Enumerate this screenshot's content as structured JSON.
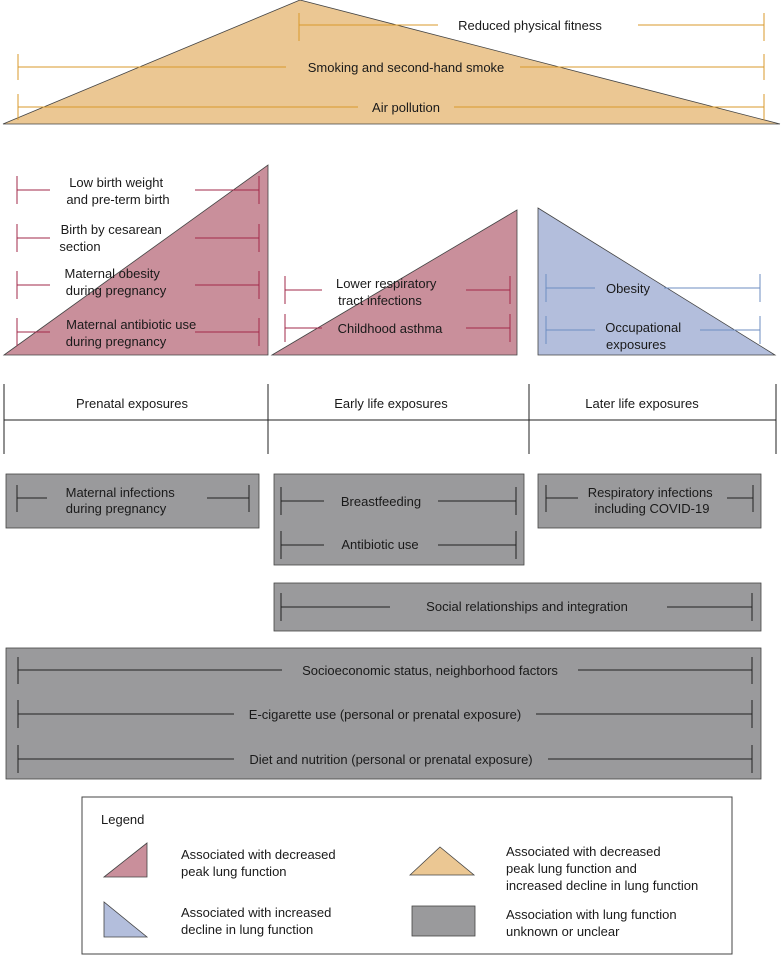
{
  "colors": {
    "tan_fill": "#ebc793",
    "tan_line": "#d99a2b",
    "pink_fill": "#c98f9b",
    "pink_line": "#a2284a",
    "blue_fill": "#b3bedc",
    "blue_line": "#6d8dc2",
    "grey_fill": "#9a9a9c",
    "dark_line": "#222222"
  },
  "top_factors": {
    "reduced_fitness": "Reduced physical fitness",
    "smoking": "Smoking and second-hand smoke",
    "air_pollution": "Air pollution"
  },
  "prenatal_factors": {
    "low_birth_weight": [
      "Low birth weight",
      "and pre-term birth"
    ],
    "cesarean": [
      "Birth by cesarean",
      "section"
    ],
    "maternal_obesity": [
      "Maternal obesity",
      "during pregnancy"
    ],
    "maternal_antibiotic": [
      "Maternal antibiotic use",
      "during pregnancy"
    ]
  },
  "early_factors": {
    "lower_respiratory": [
      "Lower respiratory",
      "tract infections"
    ],
    "childhood_asthma": "Childhood asthma"
  },
  "later_factors": {
    "obesity": "Obesity",
    "occupational": [
      "Occupational",
      "exposures"
    ]
  },
  "timeline": {
    "prenatal": "Prenatal exposures",
    "early": "Early life exposures",
    "later": "Later life exposures"
  },
  "unknown_factors": {
    "maternal_infections": [
      "Maternal infections",
      "during pregnancy"
    ],
    "breastfeeding": "Breastfeeding",
    "antibiotic_use": "Antibiotic use",
    "respiratory_infections": [
      "Respiratory infections",
      "including COVID-19"
    ],
    "social_relationships": "Social relationships and integration",
    "socioeconomic": "Socioeconomic status, neighborhood factors",
    "ecigarette": "E-cigarette use (personal or prenatal exposure)",
    "diet": "Diet and nutrition (personal or prenatal exposure)"
  },
  "legend": {
    "title": "Legend",
    "decreased_peak": [
      "Associated with decreased",
      "peak lung function"
    ],
    "increased_decline": [
      "Associated with increased",
      "decline in lung function"
    ],
    "decreased_peak_and_decline": [
      "Associated with decreased",
      "peak lung function and",
      "increased decline in lung function"
    ],
    "unknown": [
      "Association with lung function",
      "unknown or unclear"
    ]
  }
}
